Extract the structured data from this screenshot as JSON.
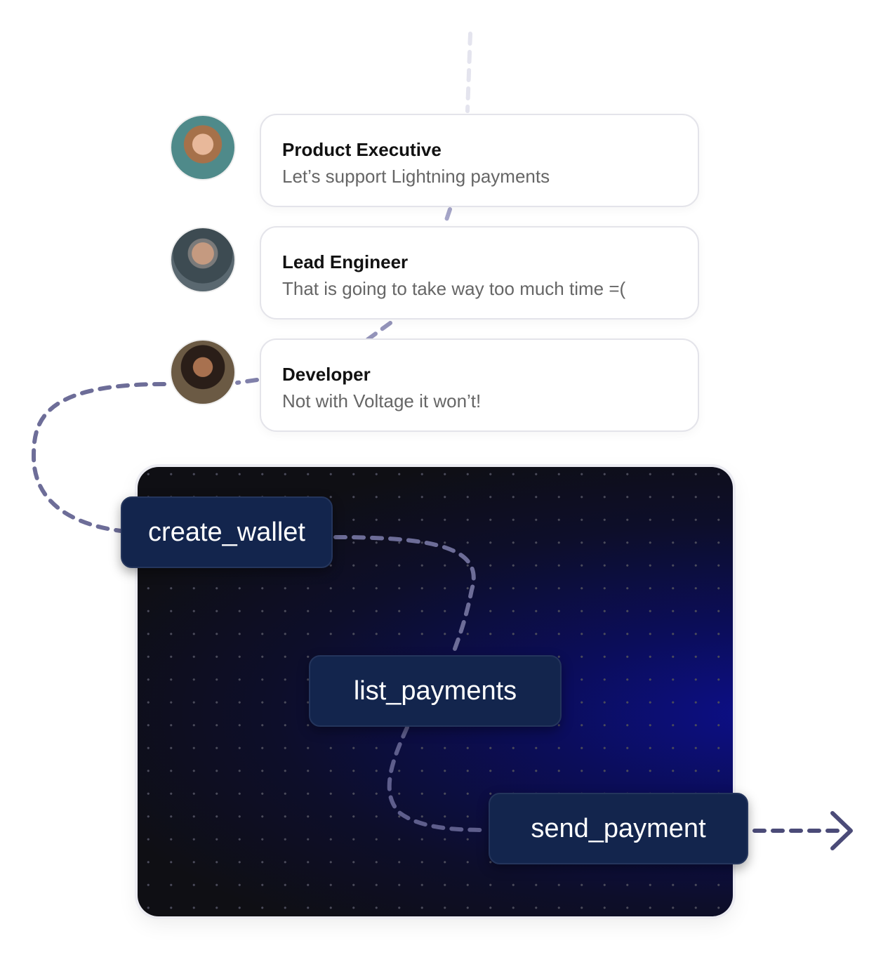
{
  "conversation": [
    {
      "role": "Product Executive",
      "message": "Let’s support Lightning payments"
    },
    {
      "role": "Lead Engineer",
      "message": "That is going to take way too much time =("
    },
    {
      "role": "Developer",
      "message": "Not with Voltage it won’t!"
    }
  ],
  "flow": {
    "nodes": [
      "create_wallet",
      "list_payments",
      "send_payment"
    ]
  },
  "colors": {
    "node_bg": "#13254d",
    "connector": "#6d6d98",
    "panel_accent": "#0c0f88"
  }
}
